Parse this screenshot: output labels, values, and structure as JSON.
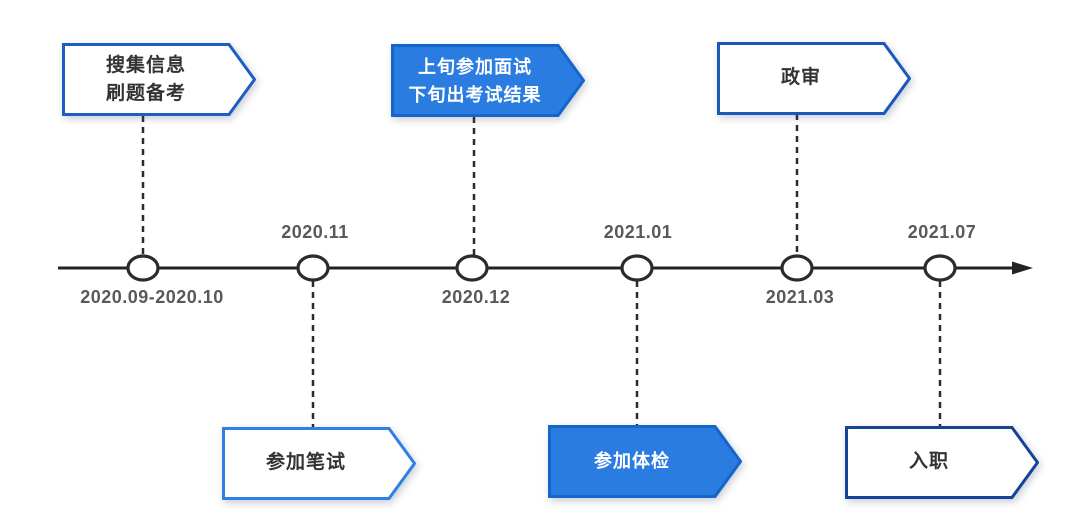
{
  "diagram": {
    "type": "timeline",
    "orientation": "horizontal"
  },
  "palette": {
    "accent_blue": "#2a7ce0",
    "accent_blue_border": "#1565cb",
    "outline_blue_medium": "#1e5ec4",
    "outline_blue_dark": "#15439a",
    "outline_blue_light": "#2e80e4",
    "axis_color": "#232323",
    "connector_color": "#2b2b2b",
    "dot_fill": "#ffffff",
    "dot_border": "#2b2b2b",
    "date_color": "#595959",
    "banner_text_dark": "#333333",
    "banner_text_light": "#ffffff"
  },
  "timeline": {
    "milestones": [
      {
        "date": "2020.09-2020.10",
        "date_side": "below"
      },
      {
        "date": "2020.11",
        "date_side": "above"
      },
      {
        "date": "2020.12",
        "date_side": "below"
      },
      {
        "date": "2021.01",
        "date_side": "above"
      },
      {
        "date": "2021.03",
        "date_side": "below"
      },
      {
        "date": "2021.07",
        "date_side": "above"
      }
    ]
  },
  "banners": [
    {
      "name": "prepare",
      "position": "top",
      "variant": "outline",
      "lines": [
        "搜集信息",
        "刷题备考"
      ],
      "fill": "#ffffff",
      "border": "#1e5ec4",
      "text_color": "#333333"
    },
    {
      "name": "interview",
      "position": "top",
      "variant": "solid",
      "lines": [
        "上旬参加面试",
        "下旬出考试结果"
      ],
      "fill": "#2a7ce0",
      "border": "#1565cb",
      "text_color": "#ffffff"
    },
    {
      "name": "political-review",
      "position": "top",
      "variant": "outline",
      "lines": [
        "政审"
      ],
      "fill": "#ffffff",
      "border": "#1c58bb",
      "text_color": "#333333"
    },
    {
      "name": "written-exam",
      "position": "bottom",
      "variant": "outline",
      "lines": [
        "参加笔试"
      ],
      "fill": "#ffffff",
      "border": "#2e80e4",
      "text_color": "#333333"
    },
    {
      "name": "physical-exam",
      "position": "bottom",
      "variant": "solid",
      "lines": [
        "参加体检"
      ],
      "fill": "#2a7ce0",
      "border": "#1565cb",
      "text_color": "#ffffff"
    },
    {
      "name": "onboarding",
      "position": "bottom",
      "variant": "outline",
      "lines": [
        "入职"
      ],
      "fill": "#ffffff",
      "border": "#15439a",
      "text_color": "#333333"
    }
  ]
}
